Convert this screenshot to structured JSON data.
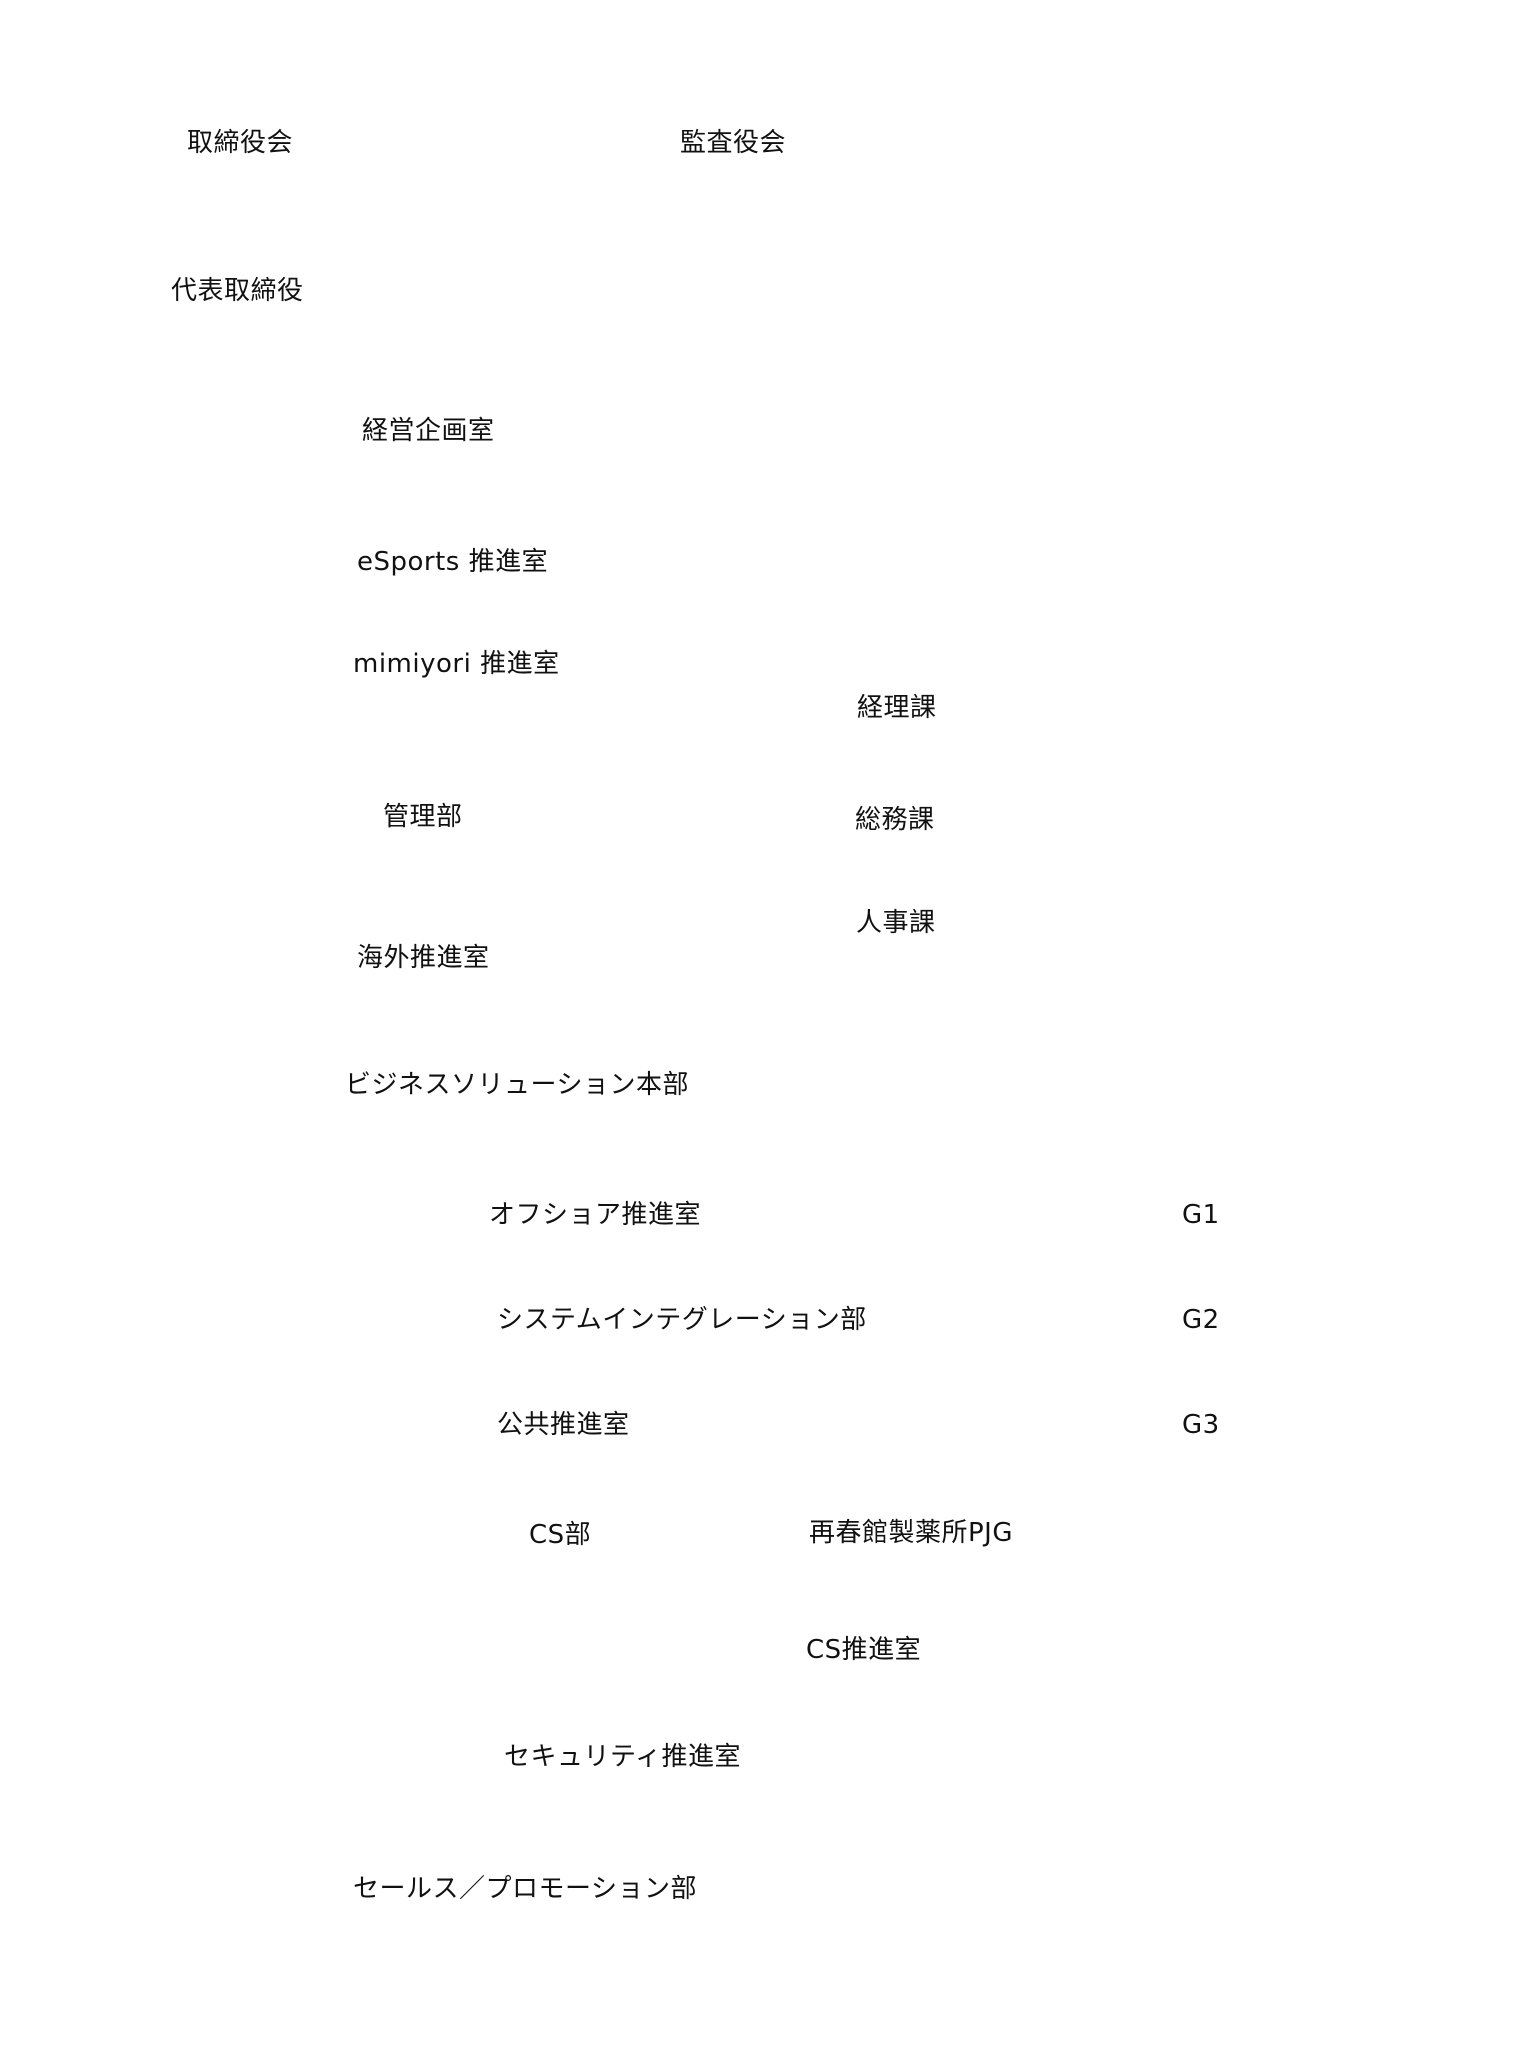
{
  "org_chart": {
    "board_of_directors": "取締役会",
    "audit_board": "監査役会",
    "ceo": "代表取締役",
    "corporate_planning": "経営企画室",
    "esports": "eSports 推進室",
    "mimiyori": "mimiyori 推進室",
    "accounting": "経理課",
    "administration": "管理部",
    "general_affairs": "総務課",
    "human_resources": "人事課",
    "overseas": "海外推進室",
    "business_solutions": "ビジネスソリューション本部",
    "offshore": "オフショア推進室",
    "g1": "G1",
    "system_integration": "システムインテグレーション部",
    "g2": "G2",
    "public_sector": "公共推進室",
    "g3": "G3",
    "cs_dept": "CS部",
    "saishunkan_pjg": "再春館製薬所PJG",
    "cs_promotion": "CS推進室",
    "security": "セキュリティ推進室",
    "sales_promotion": "セールス／プロモーション部"
  }
}
